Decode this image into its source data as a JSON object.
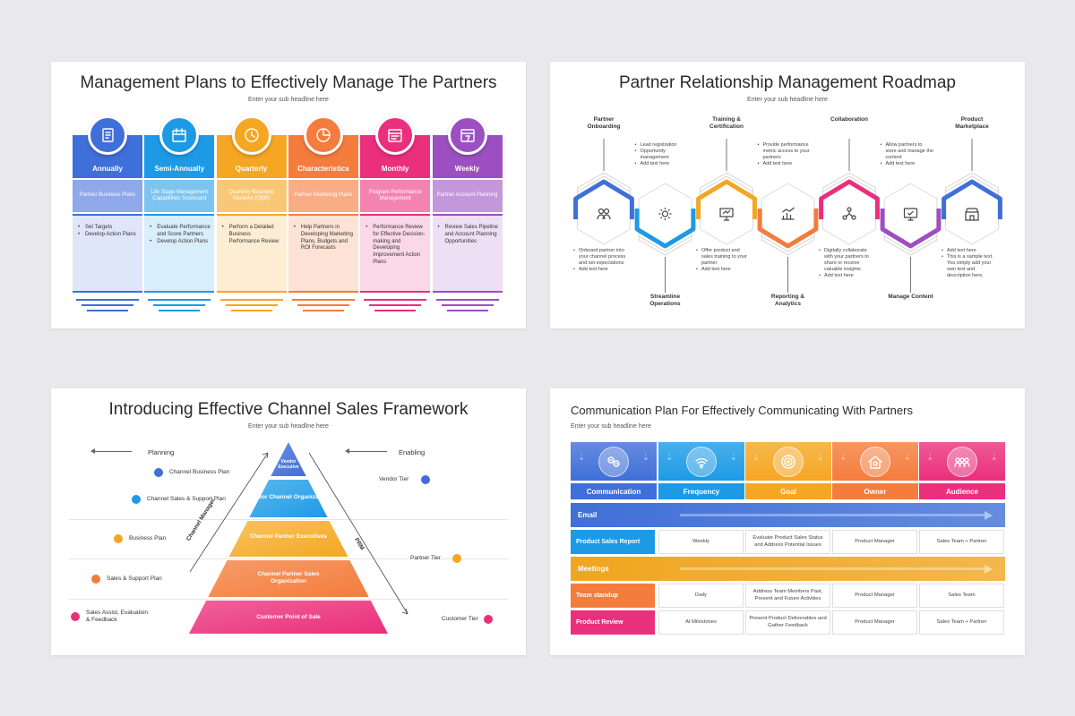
{
  "slide1": {
    "title": "Management Plans to Effectively Manage The Partners",
    "subtitle": "Enter your sub headline here",
    "columns": [
      {
        "header": "Annually",
        "icon": "document-icon",
        "summary": "Partner Business Plans",
        "bullets": [
          "Set Targets",
          "Develop Action Plans"
        ],
        "color": "#3f6fd8",
        "light": "#8fa8ea",
        "pale": "#dfe6fa"
      },
      {
        "header": "Semi-Annually",
        "icon": "calendar-icon",
        "summary": "Life Stage Management Capabilities Scorecard",
        "bullets": [
          "Evaluate Performance and Score Partners",
          "Develop Action Plans"
        ],
        "color": "#1d9ae6",
        "light": "#7dc5f0",
        "pale": "#d9eefb"
      },
      {
        "header": "Quarterly",
        "icon": "clock-icon",
        "summary": "Quarterly Business Reviews (QBR)",
        "bullets": [
          "Perform a Detailed Business Performance Review"
        ],
        "color": "#f5a623",
        "light": "#f9c877",
        "pale": "#fdeed3"
      },
      {
        "header": "Characteristics",
        "icon": "pie-chart-icon",
        "summary": "Partner Marketing Plans",
        "bullets": [
          "Help Partners in Developing Marketing Plans, Budgets and ROI Forecasts"
        ],
        "color": "#f47c3c",
        "light": "#f8ad85",
        "pale": "#fde3d5"
      },
      {
        "header": "Monthly",
        "icon": "monthly-calendar-icon",
        "summary": "Program Performance Management",
        "bullets": [
          "Performance Review for Effective Decision-making and Developing Improvement Action Plans"
        ],
        "color": "#ea2f7c",
        "light": "#f384b2",
        "pale": "#fbd8e7"
      },
      {
        "header": "Weekly",
        "icon": "weekly-calendar-icon",
        "summary": "Partner Account Planning",
        "bullets": [
          "Review Sales Pipeline and Account Planning Opportunities"
        ],
        "color": "#9b4fc0",
        "light": "#c497da",
        "pale": "#eedff5"
      }
    ]
  },
  "slide2": {
    "title": "Partner Relationship Management Roadmap",
    "subtitle": "Enter your sub headline here",
    "stages": [
      {
        "label": "Partner Onboarding",
        "position": "top",
        "color": "#3f6fd8",
        "icon": "team-icon",
        "text": [
          "Onboard partner into your channel process and set expectations",
          "Add text here"
        ]
      },
      {
        "label": "Streamline Operations",
        "position": "bottom",
        "color": "#1d9ae6",
        "icon": "gears-icon",
        "text": [
          "Lead registration",
          "Opportunity management",
          "Add text here"
        ]
      },
      {
        "label": "Training & Certification",
        "position": "top",
        "color": "#f5a623",
        "icon": "presentation-icon",
        "text": [
          "Offer product and sales training to your partner",
          "Add text here"
        ]
      },
      {
        "label": "Reporting & Analytics",
        "position": "bottom",
        "color": "#f47c3c",
        "icon": "analytics-icon",
        "text": [
          "Provide performance metric access to your partners",
          "Add text here"
        ]
      },
      {
        "label": "Collaboration",
        "position": "top",
        "color": "#ea2f7c",
        "icon": "network-icon",
        "text": [
          "Digitally collaborate with your partners to share or receive valuable insights",
          "Add text here"
        ]
      },
      {
        "label": "Manage Content",
        "position": "bottom",
        "color": "#9b4fc0",
        "icon": "content-icon",
        "text": [
          "Allow partners to store and manage the content",
          "Add text here"
        ]
      },
      {
        "label": "Product Marketplace",
        "position": "top",
        "color": "#3f6fd8",
        "icon": "store-icon",
        "text": [
          "Add text here",
          "This is a sample text. You simply add your own text and description here."
        ]
      }
    ]
  },
  "slide3": {
    "title": "Introducing Effective Channel Sales Framework",
    "subtitle": "Enter your sub headline here",
    "planning_label": "Planning",
    "enabling_label": "Enabling",
    "channel_manager_label": "Channel Manager",
    "prm_label": "PRM",
    "tiers": [
      "Vendor Executive",
      "Vendor Channel Organization",
      "Channel Partner Executives",
      "Channel Partner Sales Organization",
      "Customer Point of Sale"
    ],
    "left_items": [
      {
        "label": "Channel Business Plan",
        "color": "#3f6fd8"
      },
      {
        "label": "Channel Sales & Support Plan",
        "color": "#1d9ae6"
      },
      {
        "label": "Business Plan",
        "color": "#f5a623"
      },
      {
        "label": "Sales & Support Plan",
        "color": "#f47c3c"
      },
      {
        "label": "Sales Assist, Evaluation & Feedback",
        "color": "#ea2f7c"
      }
    ],
    "right_items": [
      {
        "label": "Vendor Tier",
        "color": "#3f6fd8"
      },
      {
        "label": "Partner Tier",
        "color": "#f5a623"
      },
      {
        "label": "Customer Tier",
        "color": "#ea2f7c"
      }
    ]
  },
  "slide4": {
    "title": "Communication Plan For Effectively Communicating With Partners",
    "subtitle": "Enter your sub headline here",
    "headers": [
      {
        "label": "Communication",
        "icon": "people-chat-icon",
        "color": "#3f6fd8"
      },
      {
        "label": "Frequency",
        "icon": "signal-icon",
        "color": "#1d9ae6"
      },
      {
        "label": "Goal",
        "icon": "target-icon",
        "color": "#f5a623"
      },
      {
        "label": "Owner",
        "icon": "house-icon",
        "color": "#f47c3c"
      },
      {
        "label": "Audience",
        "icon": "audience-icon",
        "color": "#ea2f7c"
      }
    ],
    "groups": [
      {
        "band": "Email",
        "band_color": "#3f6fd8",
        "rows": [
          {
            "name": "Product Sales Report",
            "color": "#1d9ae6",
            "cells": [
              "Weekly",
              "Evaluate Product Sales Status and Address Potential Issues",
              "Product Manager",
              "Sales Team + Partner"
            ]
          }
        ]
      },
      {
        "band": "Meetings",
        "band_color": "#f0a51e",
        "rows": [
          {
            "name": "Team standup",
            "color": "#f47c3c",
            "cells": [
              "Daily",
              "Address Team Members Past, Present and Future Activities",
              "Product Manager",
              "Sales Team"
            ]
          },
          {
            "name": "Product Review",
            "color": "#ea2f7c",
            "cells": [
              "At Milestones",
              "Present Product Deliverables and Gather Feedback",
              "Product Manager",
              "Sales Team + Partner"
            ]
          }
        ]
      }
    ]
  }
}
